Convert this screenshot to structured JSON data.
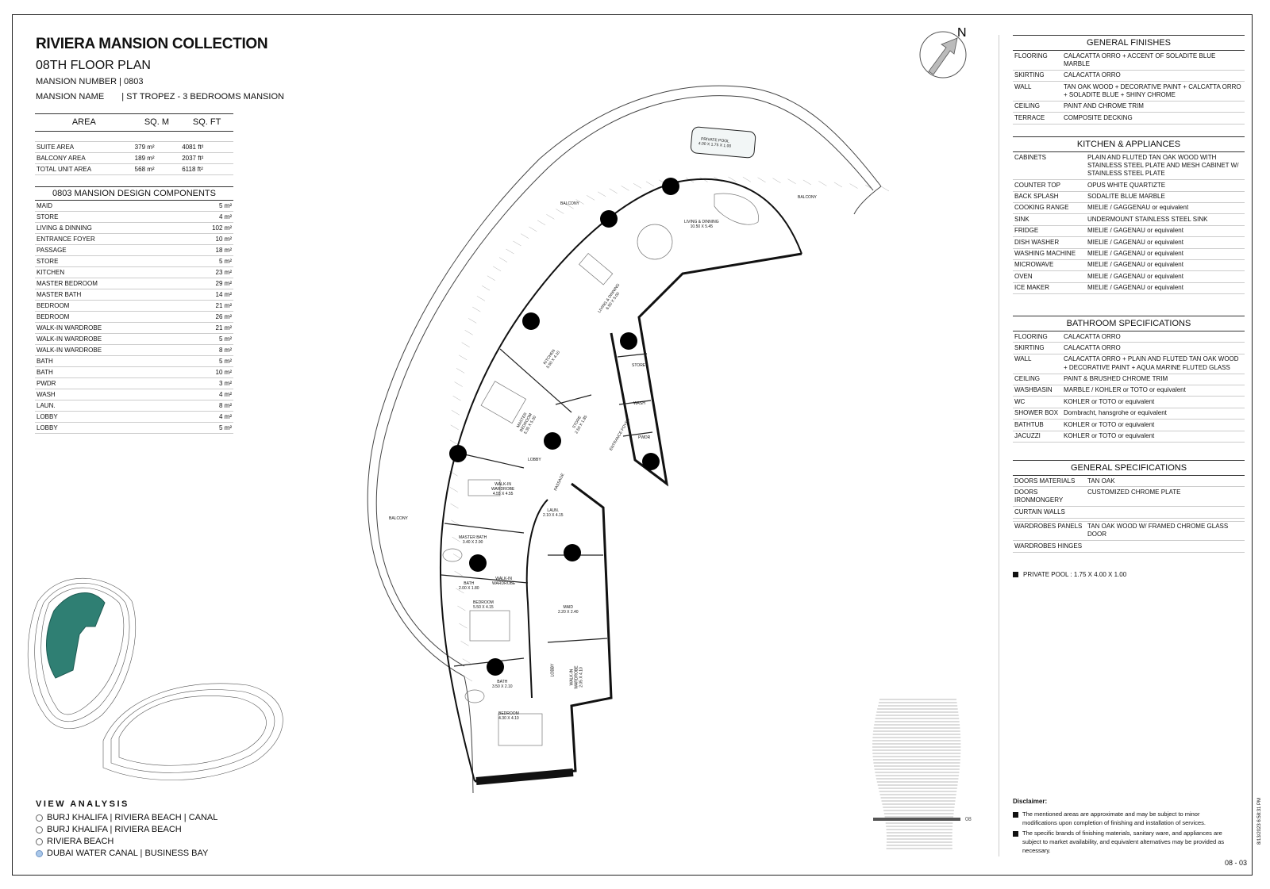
{
  "header": {
    "title": "RIVIERA MANSION COLLECTION",
    "floor": "08TH FLOOR PLAN",
    "mansion_number": "MANSION NUMBER | 0803",
    "mansion_name_label": "MANSION NAME",
    "mansion_name_value": "| ST TROPEZ - 3 BEDROOMS MANSION"
  },
  "area_table": {
    "headers": [
      "AREA",
      "SQ. M",
      "SQ. FT"
    ],
    "rows": [
      [
        "SUITE AREA",
        "379 m²",
        "4081 ft²"
      ],
      [
        "BALCONY AREA",
        "189 m²",
        "2037 ft²"
      ],
      [
        "TOTAL UNIT AREA",
        "568 m²",
        "6118 ft²"
      ]
    ]
  },
  "components": {
    "title": "0803 MANSION DESIGN COMPONENTS",
    "rows": [
      [
        "MAID",
        "5 m²"
      ],
      [
        "STORE",
        "4 m²"
      ],
      [
        "LIVING & DINNING",
        "102 m²"
      ],
      [
        "ENTRANCE FOYER",
        "10 m²"
      ],
      [
        "PASSAGE",
        "18 m²"
      ],
      [
        "STORE",
        "5 m²"
      ],
      [
        "KITCHEN",
        "23 m²"
      ],
      [
        "MASTER BEDROOM",
        "29 m²"
      ],
      [
        "MASTER BATH",
        "14 m²"
      ],
      [
        "BEDROOM",
        "21 m²"
      ],
      [
        "BEDROOM",
        "26 m²"
      ],
      [
        "WALK-IN WARDROBE",
        "21 m²"
      ],
      [
        "WALK-IN WARDROBE",
        "5 m²"
      ],
      [
        "WALK-IN WARDROBE",
        "8 m²"
      ],
      [
        "BATH",
        "5 m²"
      ],
      [
        "BATH",
        "10 m²"
      ],
      [
        "PWDR",
        "3 m²"
      ],
      [
        "WASH",
        "4 m²"
      ],
      [
        "LAUN.",
        "8 m²"
      ],
      [
        "LOBBY",
        "4 m²"
      ],
      [
        "LOBBY",
        "5 m²"
      ]
    ]
  },
  "general_finishes": {
    "title": "GENERAL FINISHES",
    "rows": [
      [
        "FLOORING",
        "CALACATTA ORRO + ACCENT OF SOLADITE BLUE MARBLE"
      ],
      [
        "SKIRTING",
        "CALACATTA ORRO"
      ],
      [
        "WALL",
        "TAN OAK WOOD + DECORATIVE PAINT + CALCATTA ORRO + SOLADITE BLUE + SHINY CHROME"
      ],
      [
        "CEILING",
        "PAINT AND CHROME TRIM"
      ],
      [
        "TERRACE",
        "COMPOSITE DECKING"
      ]
    ]
  },
  "kitchen": {
    "title": "KITCHEN & APPLIANCES",
    "rows": [
      [
        "CABINETS",
        "PLAIN AND FLUTED TAN OAK WOOD WITH STAINLESS STEEL PLATE AND MESH CABINET W/ STAINLESS STEEL PLATE"
      ],
      [
        "COUNTER TOP",
        "OPUS WHITE QUARTIZTE"
      ],
      [
        "BACK SPLASH",
        "SODALITE BLUE MARBLE"
      ],
      [
        "COOKING RANGE",
        "MIELIE / GAGGENAU or equivalent"
      ],
      [
        "SINK",
        "UNDERMOUNT STAINLESS STEEL SINK"
      ],
      [
        "FRIDGE",
        "MIELIE / GAGENAU or equivalent"
      ],
      [
        "DISH WASHER",
        "MIELIE / GAGENAU or equivalent"
      ],
      [
        "WASHING MACHINE",
        "MIELIE / GAGENAU or equivalent"
      ],
      [
        "MICROWAVE",
        "MIELIE / GAGENAU or equivalent"
      ],
      [
        "OVEN",
        "MIELIE / GAGENAU or equivalent"
      ],
      [
        "ICE MAKER",
        "MIELIE / GAGENAU or equivalent"
      ]
    ]
  },
  "bathroom": {
    "title": "BATHROOM SPECIFICATIONS",
    "rows": [
      [
        "FLOORING",
        "CALACATTA ORRO"
      ],
      [
        "SKIRTING",
        "CALACATTA ORRO"
      ],
      [
        "WALL",
        "CALACATTA ORRO + PLAIN AND FLUTED TAN OAK WOOD + DECORATIVE PAINT + AQUA MARINE FLUTED GLASS"
      ],
      [
        "CEILING",
        "PAINT & BRUSHED CHROME TRIM"
      ],
      [
        "WASHBASIN",
        "MARBLE / KOHLER or TOTO or equivalent"
      ],
      [
        "WC",
        "KOHLER or TOTO or equivalent"
      ],
      [
        "SHOWER BOX",
        "Dornbracht, hansgrohe or equivalent"
      ],
      [
        "BATHTUB",
        "KOHLER or TOTO or equivalent"
      ],
      [
        "JACUZZI",
        "KOHLER or TOTO or equivalent"
      ]
    ]
  },
  "general_specs": {
    "title": "GENERAL SPECIFICATIONS",
    "rows": [
      [
        "DOORS MATERIALS",
        "TAN OAK"
      ],
      [
        "DOORS IRONMONGERY",
        "CUSTOMIZED CHROME PLATE"
      ],
      [
        "CURTAIN WALLS",
        ""
      ],
      [
        "",
        ""
      ],
      [
        "WARDROBES PANELS",
        "TAN OAK WOOD W/ FRAMED CHROME GLASS DOOR"
      ],
      [
        "WARDROBES HINGES",
        ""
      ]
    ]
  },
  "pool_note": "PRIVATE POOL :  1.75 X 4.00 X 1.00",
  "view_analysis": {
    "title": "VIEW ANALYSIS",
    "items": [
      {
        "label": "BURJ KHALIFA | RIVIERA BEACH | CANAL",
        "selected": false
      },
      {
        "label": "BURJ KHALIFA | RIVIERA BEACH",
        "selected": false
      },
      {
        "label": "RIVIERA BEACH",
        "selected": false
      },
      {
        "label": "DUBAI WATER CANAL | BUSINESS BAY",
        "selected": true
      }
    ]
  },
  "disclaimer": {
    "title": "Disclaimer:",
    "items": [
      "The mentioned areas are approximate and may be subject to minor modifications  upon completion of finishing and installation of services.",
      "The specific brands of finishing materials, sanitary ware, and appliances are subject to market availability, and equivalent alternatives may be provided as necessary."
    ]
  },
  "compass_label": "N",
  "page_number": "08 - 03",
  "stamp": "8/13/2023 6:58:31 PM",
  "level_marker": "08",
  "plan_labels": {
    "pool": "PRIVATE POOL\n4.00 X 1.75 X 1.00",
    "balcony_top": "BALCONY",
    "balcony_right": "BALCONY",
    "balcony_left": "BALCONY",
    "living": "LIVING & DINNING\n10.50 X 5.45",
    "living2": "LIVING & DINNING\n6.50 X 5.00",
    "kitchen": "KITCHEN\n5.50 X 4.10",
    "store": "STORE",
    "wash": "WASH",
    "pwdr": "PWDR",
    "master_bedroom": "MASTER\nBEDROOM\n5.35 X 5.30",
    "store2": "STORE\n2.50 X 1.85",
    "entrance": "ENTRANCE FOYER",
    "lobby": "LOBBY",
    "walkin1": "WALK-IN\nWARDROBE\n4.55 X 4.55",
    "passage": "PASSAGE",
    "laun": "LAUN.\n2.10 X 4.15",
    "master_bath": "MASTER BATH\n3.40 X 2.90",
    "bath1": "BATH\n2.00 X 1.80",
    "walkin2": "WALK-IN\nWARDROBE",
    "bedroom1": "BEDROOM\n5.50 X 4.15",
    "maid": "MAID\n2.20 X 2.40",
    "bath2": "BATH\n3.50 X 2.10",
    "lobby2": "LOBBY",
    "walkin3": "WALK-IN\nWARDROBE\n2.05 X 4.10",
    "bedroom2": "BEDROOM\n4.30 X 4.10"
  },
  "colors": {
    "key_plan_highlight": "#2f7f73",
    "selected_view": "#aac8ea"
  }
}
